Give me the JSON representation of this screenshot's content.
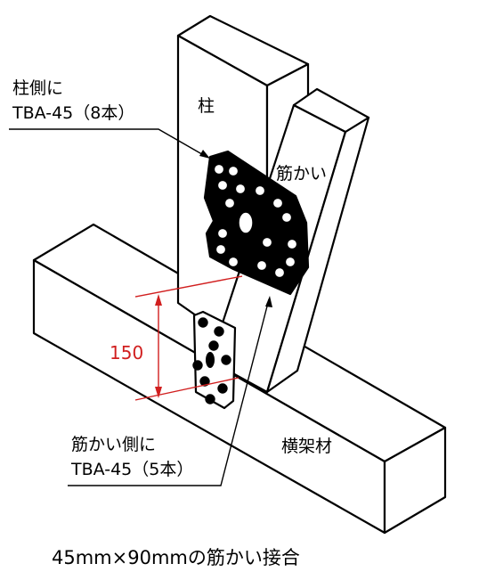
{
  "labels": {
    "column": "柱",
    "brace": "筋かい",
    "beam": "横架材",
    "column_side_line1": "柱側に",
    "column_side_line2": "TBA-45（8本）",
    "brace_side_line1": "筋かい側に",
    "brace_side_line2": "TBA-45（5本）",
    "dimension": "150",
    "caption": "45mm×90mmの筋かい接合"
  },
  "colors": {
    "line": "#000000",
    "fill": "#ffffff",
    "dimension": "#d11f1f"
  }
}
